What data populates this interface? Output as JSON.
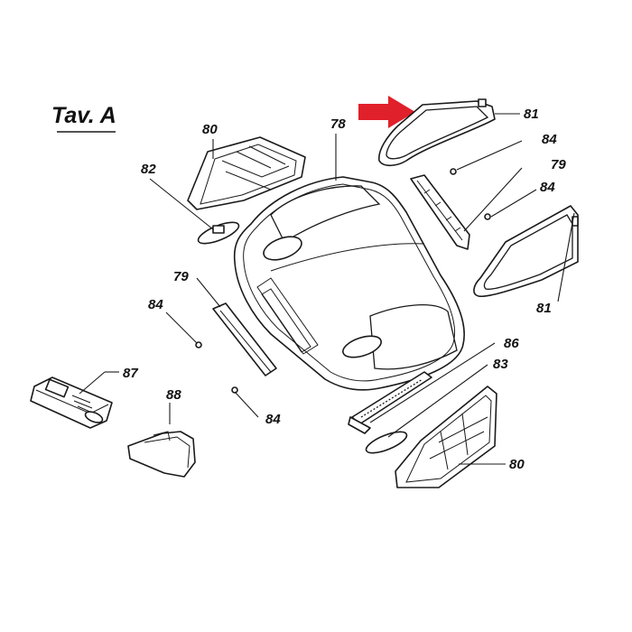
{
  "diagram": {
    "title": "Tav. A",
    "highlight_color": "#e0202a",
    "labels": {
      "lbl_78": "78",
      "lbl_79_right": "79",
      "lbl_79_left": "79",
      "lbl_80_top": "80",
      "lbl_80_bottom": "80",
      "lbl_81_top": "81",
      "lbl_81_right": "81",
      "lbl_82": "82",
      "lbl_83": "83",
      "lbl_84_a": "84",
      "lbl_84_b": "84",
      "lbl_84_c": "84",
      "lbl_84_d": "84",
      "lbl_86": "86",
      "lbl_87": "87",
      "lbl_88": "88"
    }
  }
}
